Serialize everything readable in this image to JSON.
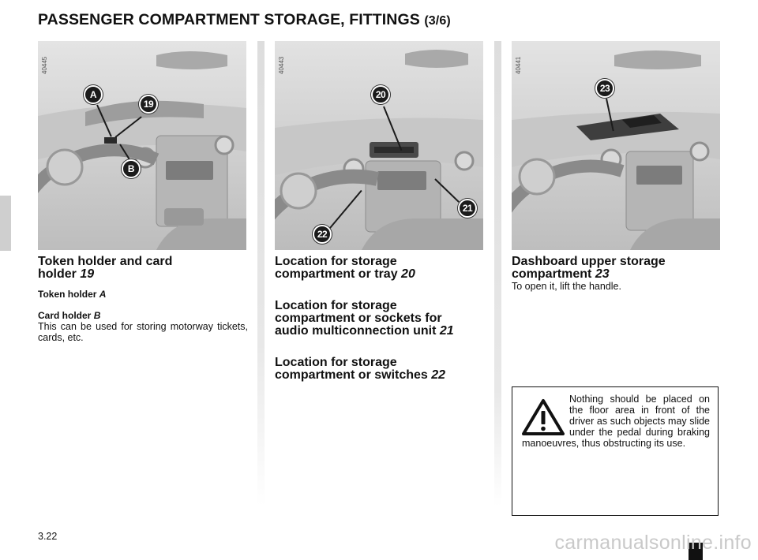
{
  "page": {
    "title": "PASSENGER COMPARTMENT STORAGE, FITTINGS",
    "title_suffix": "(3/6)",
    "page_number": "3.22",
    "watermark": "carmanualsonline.info"
  },
  "photos": [
    {
      "ref": "40445",
      "callouts": [
        "A",
        "19",
        "B"
      ]
    },
    {
      "ref": "40443",
      "callouts": [
        "20",
        "21",
        "22"
      ]
    },
    {
      "ref": "40441",
      "callouts": [
        "23"
      ]
    }
  ],
  "left_column": {
    "heading_line1": "Token holder and card",
    "heading_line2": "holder",
    "heading_num": "19",
    "token_label": "Token holder",
    "token_letter": "A",
    "card_label": "Card holder",
    "card_letter": "B",
    "card_text": "This can be used for storing motorway tickets, cards, etc."
  },
  "middle_column": {
    "items": [
      {
        "line1": "Location for storage",
        "line2": "compartment or tray",
        "line3": "",
        "num": "20"
      },
      {
        "line1": "Location for storage",
        "line2": "compartment or sockets for",
        "line3": "audio multiconnection unit",
        "num": "21"
      },
      {
        "line1": "Location for storage",
        "line2": "compartment or switches",
        "line3": "",
        "num": "22"
      }
    ]
  },
  "right_column": {
    "heading_line1": "Dashboard upper storage",
    "heading_line2": "compartment",
    "heading_num": "23",
    "text": "To open it, lift the handle."
  },
  "warning": {
    "text": "Nothing should be placed on the floor area in front of the driver as such objects may slide under the pedal during braking manoeuvres, thus obstructing its use.",
    "icon": "warning-triangle-icon"
  }
}
